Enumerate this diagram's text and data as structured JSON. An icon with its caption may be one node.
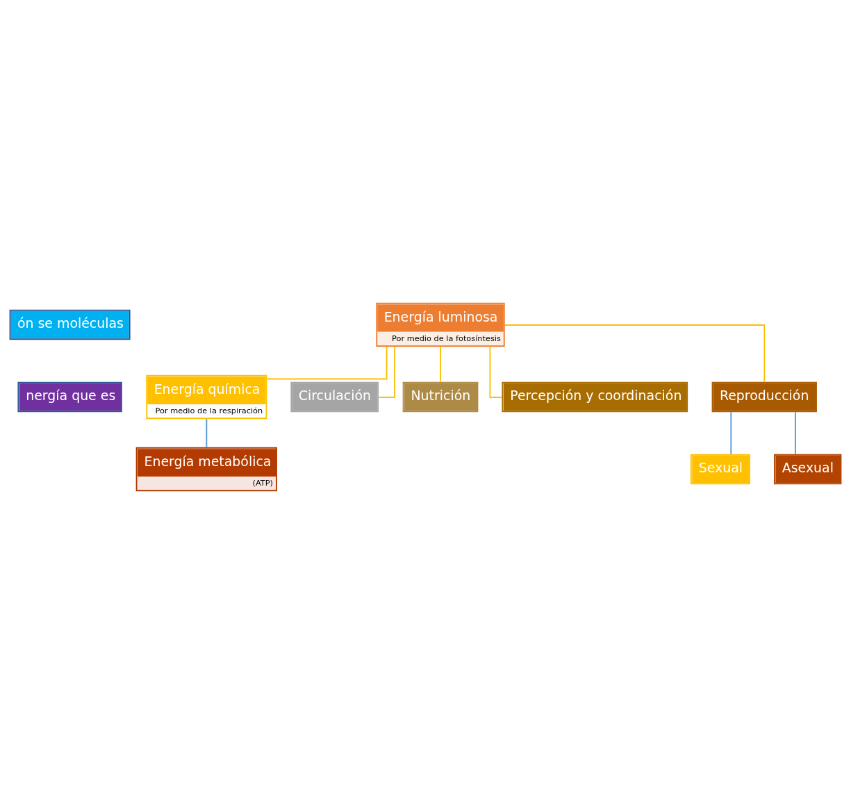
{
  "diagram": {
    "nodes": [
      {
        "text": [
          "ón se moléculas"
        ]
      },
      {
        "text": [
          "nergía que es"
        ]
      },
      {
        "text": [
          "Energía luminosa",
          "Por medio de la fotosíntesis"
        ]
      },
      {
        "text": [
          "Energía química",
          "Por medio de la respiración"
        ]
      },
      {
        "text": [
          "Energía metabólica",
          "(ATP)"
        ]
      },
      {
        "text": [
          "Circulación"
        ]
      },
      {
        "text": [
          "Nutrición"
        ]
      },
      {
        "text": [
          "Percepción y coordinación"
        ]
      },
      {
        "text": [
          "Reproducción"
        ]
      },
      {
        "text": [
          "Sexual"
        ]
      },
      {
        "text": [
          "Asexual"
        ]
      }
    ],
    "edges": [
      {
        "from": 2,
        "to": 3,
        "arrow": "none"
      },
      {
        "from": 3,
        "to": 4,
        "arrow": "none",
        "color": "#5b9bd5"
      },
      {
        "from": 2,
        "to": 5,
        "arrow": "none"
      },
      {
        "from": 2,
        "to": 6,
        "arrow": "none"
      },
      {
        "from": 2,
        "to": 7,
        "arrow": "none"
      },
      {
        "from": 2,
        "to": 8,
        "arrow": "none"
      },
      {
        "from": 8,
        "to": 9,
        "arrow": "none",
        "color": "#5b9bd5"
      },
      {
        "from": 8,
        "to": 10,
        "arrow": "none",
        "color": "#5b9bd5"
      }
    ]
  }
}
